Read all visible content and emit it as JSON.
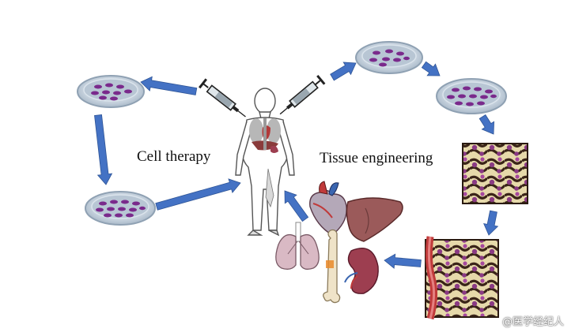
{
  "labels": {
    "cell_therapy": "Cell therapy",
    "tissue_engineering": "Tissue engineering"
  },
  "watermark": {
    "text": "@医学经纪人"
  },
  "colors": {
    "arrow": "#4472c4",
    "dish_rim": "#a7b5c3",
    "dish_fill": "#c7d3df",
    "cell": "#7a2a8c",
    "scaffold_bg": "#e4d7a7",
    "vessel": "#c03a3a",
    "liver": "#9b5a5a",
    "lung": "#c9a4b2",
    "kidney": "#9d3e50",
    "bone": "#efe3c8"
  },
  "icons": [
    "culture-dish-icon",
    "syringe-icon",
    "human-body-icon",
    "scaffold-icon",
    "heart-icon",
    "liver-icon",
    "lung-icon",
    "kidney-icon",
    "bone-icon"
  ]
}
